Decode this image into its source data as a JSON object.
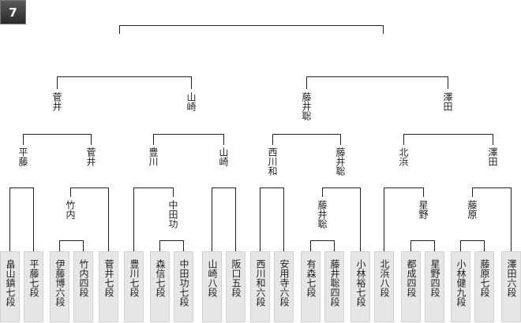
{
  "badge": "7",
  "labels": {
    "semi_left": "菅井",
    "semi_left2": "山崎",
    "semi_right": "藤井聡",
    "semi_right2": "澤田",
    "q1a": "平藤",
    "q1b": "菅井",
    "q2a": "豊川",
    "q2b": "山崎",
    "q3a": "西川和",
    "q3b": "藤井聡",
    "q4a": "北浜",
    "q4b": "澤田",
    "r_takeuchi": "竹内",
    "r_nakata": "中田功",
    "r_fujii": "藤井聡",
    "r_hoshino": "星野",
    "r_fujiwara": "藤原"
  },
  "players": [
    "畠山鎮七段",
    "平藤七段",
    "伊藤博六段",
    "竹内四段",
    "菅井七段",
    "豊川七段",
    "森信七段",
    "中田功七段",
    "山崎八段",
    "阪口五段",
    "西川和六段",
    "安用寺六段",
    "有森七段",
    "藤井聡四段",
    "小林裕七段",
    "北浜八段",
    "都成四段",
    "星野四段",
    "小林健九段",
    "藤原七段",
    "澤田六段"
  ]
}
